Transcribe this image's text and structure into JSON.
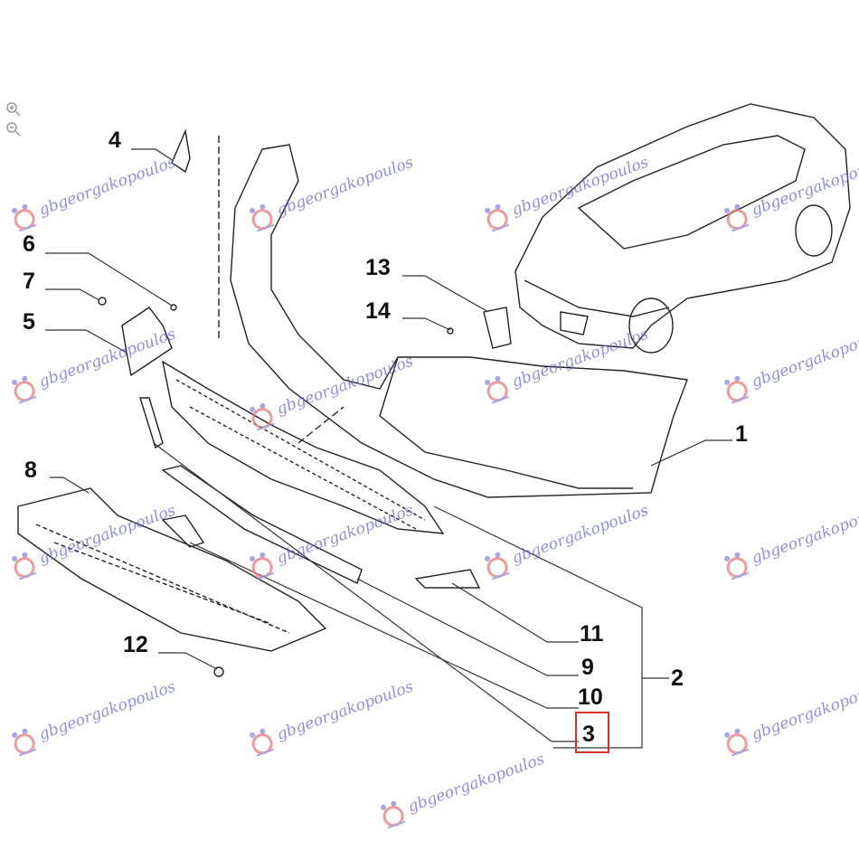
{
  "diagram": {
    "title": "Front bumper exploded parts diagram",
    "callouts": [
      "1",
      "2",
      "3",
      "4",
      "5",
      "6",
      "7",
      "8",
      "9",
      "10",
      "11",
      "12",
      "13",
      "14"
    ],
    "highlighted_callout": "3",
    "highlight_color": "#d9302c"
  },
  "watermark": {
    "text": "gbgeorgakopoulos",
    "color": "#6a6ad8"
  },
  "toolbar": {
    "zoom_in_icon": "zoom-in-icon",
    "zoom_out_icon": "zoom-out-icon"
  }
}
